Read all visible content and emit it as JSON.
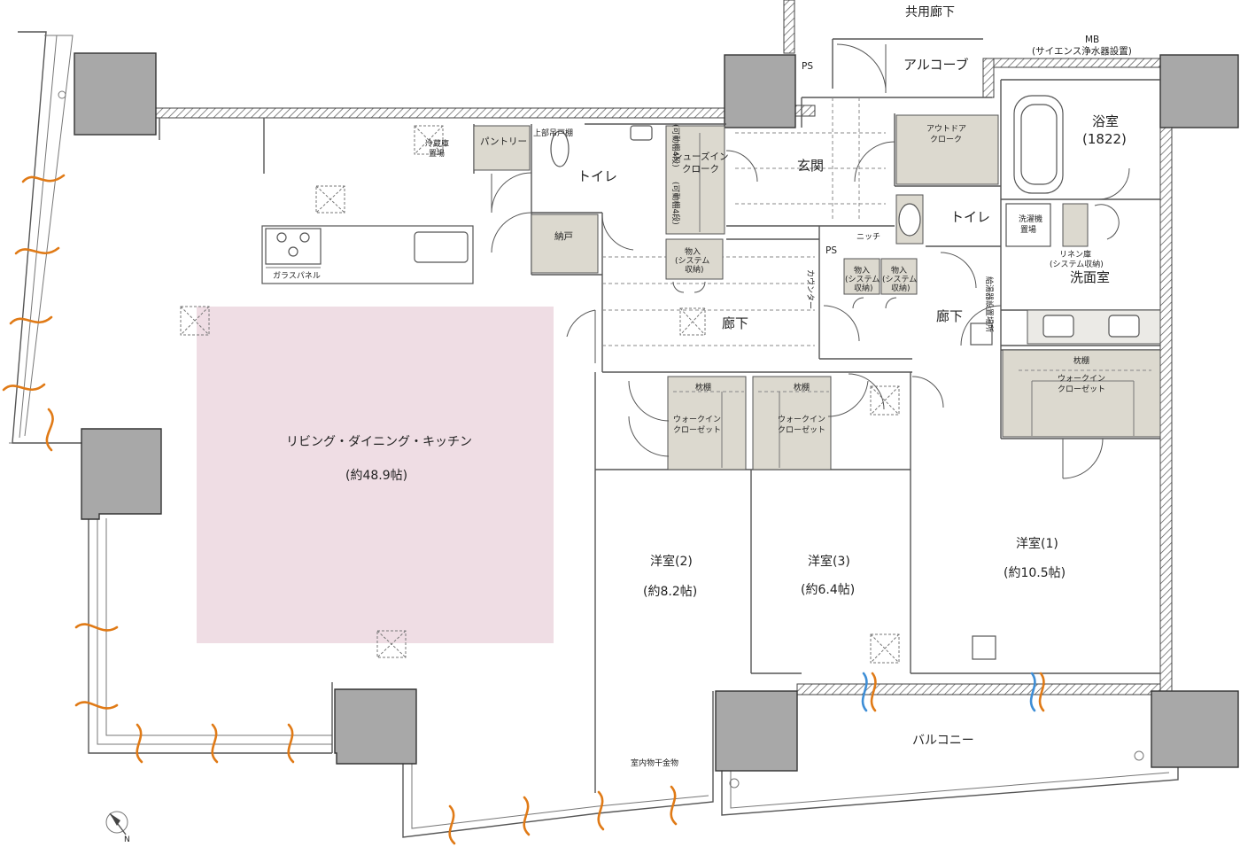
{
  "colors": {
    "ldk_fill": "#efdde4",
    "storage_fill": "#dcd9cf",
    "pillar_fill": "#a8a8a8",
    "floor_heating": "#e07a16",
    "bathroom_dryer": "#3e8ed6"
  },
  "icons": [
    "compass-icon",
    "stove-burner-icon",
    "sink-icon",
    "bathtub-icon",
    "toilet-icon",
    "washbasin-icon",
    "drain-grate-icon"
  ],
  "labels": {
    "shared_corridor": "共用廊下",
    "alcove": "アルコーブ",
    "mb_line1": "MB",
    "mb_line2": "(サイエンス浄水器設置)",
    "ps_top": "PS",
    "ps_hall": "PS",
    "bath_line1": "浴室",
    "bath_line2": "(1822)",
    "outdoor_closet_line1": "アウトドア",
    "outdoor_closet_line2": "クローク",
    "entrance": "玄関",
    "shoes_closet_line1": "シューズイン",
    "shoes_closet_line2": "クローク",
    "movable_shelf_a": "(可動棚4段)",
    "movable_shelf_b": "(可動棚4段)",
    "toilet_main": "トイレ",
    "toilet_ldk": "トイレ",
    "pantry": "パントリー",
    "upper_cabinet": "上部吊戸棚",
    "fridge_line1": "冷蔵庫",
    "fridge_line2": "置場",
    "closet_nando": "納戸",
    "niche": "ニッチ",
    "washer_line1": "洗濯機",
    "washer_line2": "置場",
    "linen_line1": "リネン庫",
    "linen_line2": "(システム収納)",
    "washroom": "洗面室",
    "glass_panel": "ガラスパネル",
    "storage_line1": "物入",
    "storage_line2": "(システム",
    "storage_line3": "収納)",
    "storage2_line1": "物入",
    "storage2_line2": "(システム",
    "storage2_line3": "収納)",
    "storage3_line1": "物入",
    "storage3_line2": "(システム",
    "storage3_line3": "収納)",
    "counter": "カウンター",
    "corridor_main": "廊下",
    "corridor_east": "廊下",
    "water_heater": "給湯器設置場所",
    "pillow_shelf_1": "枕棚",
    "pillow_shelf_2": "枕棚",
    "pillow_shelf_3": "枕棚",
    "wic1_line1": "ウォークイン",
    "wic1_line2": "クローゼット",
    "wic2_line1": "ウォークイン",
    "wic2_line2": "クローゼット",
    "wic3_line1": "ウォークイン",
    "wic3_line2": "クローゼット",
    "ldk_name": "リビング・ダイニング・キッチン",
    "ldk_size": "(約48.9帖)",
    "room2_name": "洋室(2)",
    "room2_size": "(約8.2帖)",
    "room3_name": "洋室(3)",
    "room3_size": "(約6.4帖)",
    "room1_name": "洋室(1)",
    "room1_size": "(約10.5帖)",
    "balcony": "バルコニー",
    "drying_hardware": "室内物干金物",
    "compass_n": "N"
  }
}
